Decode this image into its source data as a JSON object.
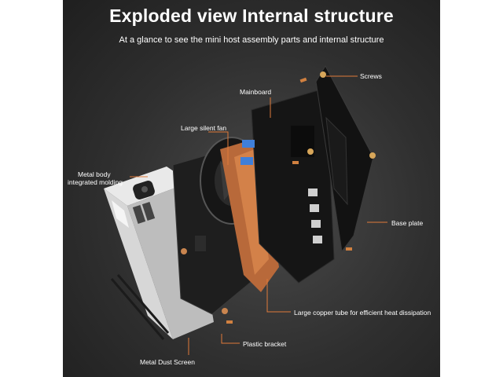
{
  "title": "Exploded view Internal structure",
  "subtitle": "At a glance to see the mini host assembly parts and internal structure",
  "labels": {
    "screws": "Screws",
    "mainboard": "Mainboard",
    "fan": "Large silent fan",
    "metal_body_line1": "Metal body",
    "metal_body_line2": "integrated molding",
    "base_plate": "Base plate",
    "copper_tube": "Large copper tube for efficient heat dissipation",
    "plastic_bracket": "Plastic bracket",
    "dust_screen": "Metal Dust Screen"
  },
  "colors": {
    "background": "#2f2f2f",
    "accent": "#e07a3a",
    "text": "#ffffff",
    "copper": "#b8693a"
  }
}
